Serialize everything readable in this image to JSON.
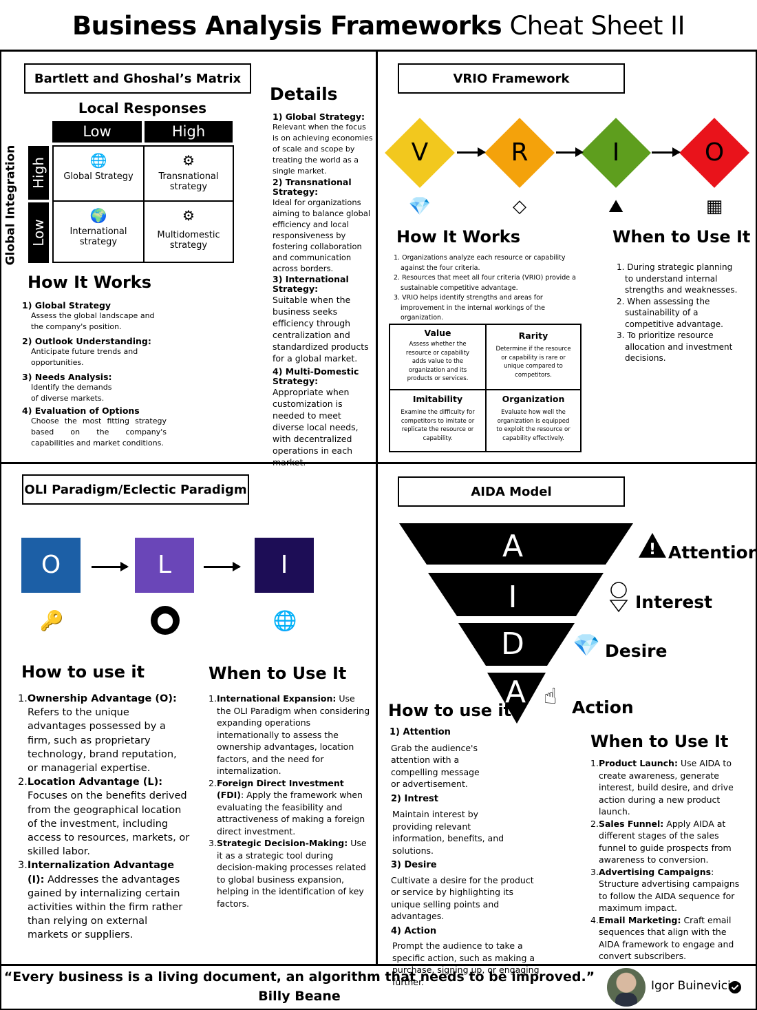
{
  "header": {
    "title_bold": "Business Analysis Frameworks",
    "title_regular": "Cheat Sheet II"
  },
  "bartlett": {
    "title": "Bartlett and Ghoshal’s Matrix",
    "x_axis_label": "Local Responses",
    "col_low": "Low",
    "col_high": "High",
    "y_axis_label": "Global Integration",
    "row_high": "High",
    "row_low": "Low",
    "quadrants": [
      "Global Strategy",
      "Transnational strategy",
      "International strategy",
      "Multidomestic strategy"
    ],
    "how_title": "How It Works",
    "how_items": [
      {
        "title": "1) Global Strategy",
        "text": "Assess the global landscape and the company's position."
      },
      {
        "title": "2) Outlook Understanding:",
        "text": "Anticipate future trends and opportunities."
      },
      {
        "title": "3) Needs Analysis:",
        "text": "Identify the demands of diverse markets."
      },
      {
        "title": "4) Evaluation of Options",
        "text": "Choose the most fitting strategy based on the company's capabilities and market conditions."
      }
    ],
    "details_title": "Details",
    "details": [
      {
        "title": "1) Global Strategy:",
        "text": "Relevant when the focus is on achieving economies of scale and scope by treating the world as a single market."
      },
      {
        "title": "2) Transnational Strategy:",
        "text": "Ideal for organizations aiming to balance global efficiency and local responsiveness by fostering collaboration and communication across borders."
      },
      {
        "title": "3) International Strategy:",
        "text": "Suitable when the business seeks efficiency through centralization and standardized products for a global market."
      },
      {
        "title": "4) Multi-Domestic Strategy:",
        "text": "Appropriate when customization is needed to meet diverse local needs, with decentralized operations in each market."
      }
    ]
  },
  "vrio": {
    "title": "VRIO Framework",
    "letters": [
      "V",
      "R",
      "I",
      "O"
    ],
    "colors": [
      "#f2c81e",
      "#f4a20b",
      "#5e9e1e",
      "#e9131b"
    ],
    "icons": [
      "hand-diamond-icon",
      "diamond-icon",
      "climber-icon",
      "organization-icon"
    ],
    "how_title": "How It Works",
    "how_items": [
      "Organizations analyze each resource or capability against the four criteria.",
      "Resources that meet all four criteria (VRIO) provide a sustainable competitive advantage.",
      "VRIO helps identify strengths and areas for improvement in the internal workings of the organization."
    ],
    "when_title": "When to Use It",
    "when_items": [
      "During strategic planning to understand internal strengths and weaknesses.",
      "When assessing the sustainability of a competitive advantage.",
      "To prioritize resource allocation and investment decisions."
    ],
    "grid": [
      {
        "title": "Value",
        "text": "Assess whether the resource or capability adds value to the organization and its products or services."
      },
      {
        "title": "Rarity",
        "text": "Determine if the resource or capability is rare or unique compared to competitors."
      },
      {
        "title": "Imitability",
        "text": "Examine the difficulty for competitors to imitate or replicate the resource or capability."
      },
      {
        "title": "Organization",
        "text": "Evaluate how well the organization is equipped to exploit the resource or capability effectively."
      }
    ]
  },
  "oli": {
    "title": "OLI Paradigm/Eclectic Paradigm",
    "letters": [
      "O",
      "L",
      "I"
    ],
    "colors": [
      "#1c5fa6",
      "#6a46b8",
      "#1d0d56"
    ],
    "icons": [
      "hand-key-icon",
      "location-pin-icon",
      "globe-icon"
    ],
    "how_title": "How to use it",
    "how_items": [
      {
        "title": "Ownership Advantage (O):",
        "text": "Refers to the unique advantages possessed by a firm, such as proprietary technology, brand reputation, or managerial expertise."
      },
      {
        "title": "Location Advantage (L):",
        "text": "Focuses on the benefits derived from the geographical location of the investment, including access to resources, markets, or skilled labor."
      },
      {
        "title": "Internalization Advantage (I):",
        "text": "Addresses the advantages gained by internalizing certain activities within the firm rather than relying on external markets or suppliers."
      }
    ],
    "when_title": "When to Use It",
    "when_items": [
      {
        "title": "International Expansion:",
        "text": "Use the OLI Paradigm when considering expanding operations internationally to assess the ownership advantages, location factors, and the need for internalization."
      },
      {
        "title": "Foreign Direct Investment (FDI)",
        "text": ": Apply the framework when evaluating the feasibility and attractiveness of making a foreign direct investment."
      },
      {
        "title": "Strategic Decision-Making:",
        "text": "Use it as a strategic tool during decision-making processes related to global business expansion, helping in the identification of key factors."
      }
    ]
  },
  "aida": {
    "title": "AIDA Model",
    "letters": [
      "A",
      "I",
      "D",
      "A"
    ],
    "labels": [
      "Attention",
      "Interest",
      "Desire",
      "Action"
    ],
    "icons": [
      "warning-icon",
      "interest-icon",
      "hand-diamond-icon",
      "touch-icon"
    ],
    "how_title": "How to use it",
    "how_items": [
      {
        "title": "1) Attention",
        "text": "Grab the audience's attention with a compelling message or advertisement."
      },
      {
        "title": "2) Intrest",
        "text": "Maintain interest by providing relevant information, benefits, and solutions."
      },
      {
        "title": "3) Desire",
        "text": "Cultivate a desire for the product or service by highlighting its unique selling points and advantages."
      },
      {
        "title": "4) Action",
        "text": "Prompt the audience to take a specific action, such as making a purchase, signing up, or engaging further."
      }
    ],
    "when_title": "When to Use It",
    "when_items": [
      {
        "title": "Product Launch:",
        "text": "Use AIDA to create awareness, generate interest, build desire, and drive action during a new product launch."
      },
      {
        "title": "Sales Funnel:",
        "text": "Apply AIDA at different stages of the sales funnel to guide prospects from awareness to conversion."
      },
      {
        "title": "Advertising Campaigns",
        "text": ": Structure advertising campaigns to follow the AIDA sequence for maximum impact."
      },
      {
        "title": "Email Marketing:",
        "text": "Craft email sequences that align with the AIDA framework to engage and convert subscribers."
      }
    ]
  },
  "footer": {
    "quote": "“Every business is a living document, an algorithm that needs to be improved.”",
    "author": "Billy Beane",
    "name": "Igor Buinevici"
  }
}
